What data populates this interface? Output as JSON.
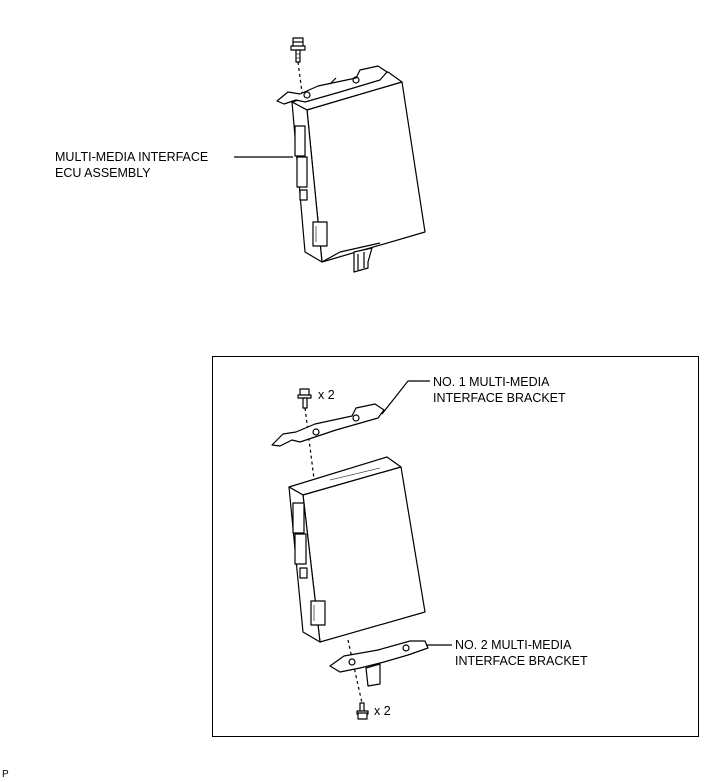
{
  "labels": {
    "ecu_line1": "MULTI-MEDIA INTERFACE",
    "ecu_line2": "ECU ASSEMBLY",
    "bracket1_line1": "NO. 1 MULTI-MEDIA",
    "bracket1_line2": "INTERFACE BRACKET",
    "bracket2_line1": "NO. 2 MULTI-MEDIA",
    "bracket2_line2": "INTERFACE BRACKET",
    "qty_top": "x 2",
    "qty_bottom": "x 2",
    "corner_code": "P"
  }
}
